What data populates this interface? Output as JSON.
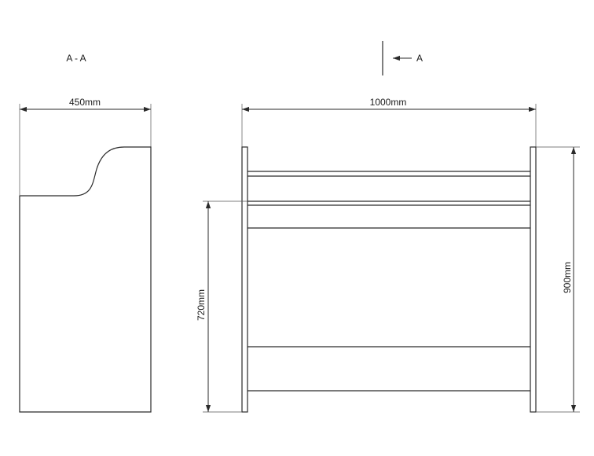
{
  "section_label": "A - A",
  "section_marker": "A",
  "dimensions": {
    "side_width": "450mm",
    "front_width": "1000mm",
    "shelf_height": "720mm",
    "total_height": "900mm"
  },
  "colors": {
    "line": "#2a2a2a",
    "background": "#ffffff"
  }
}
